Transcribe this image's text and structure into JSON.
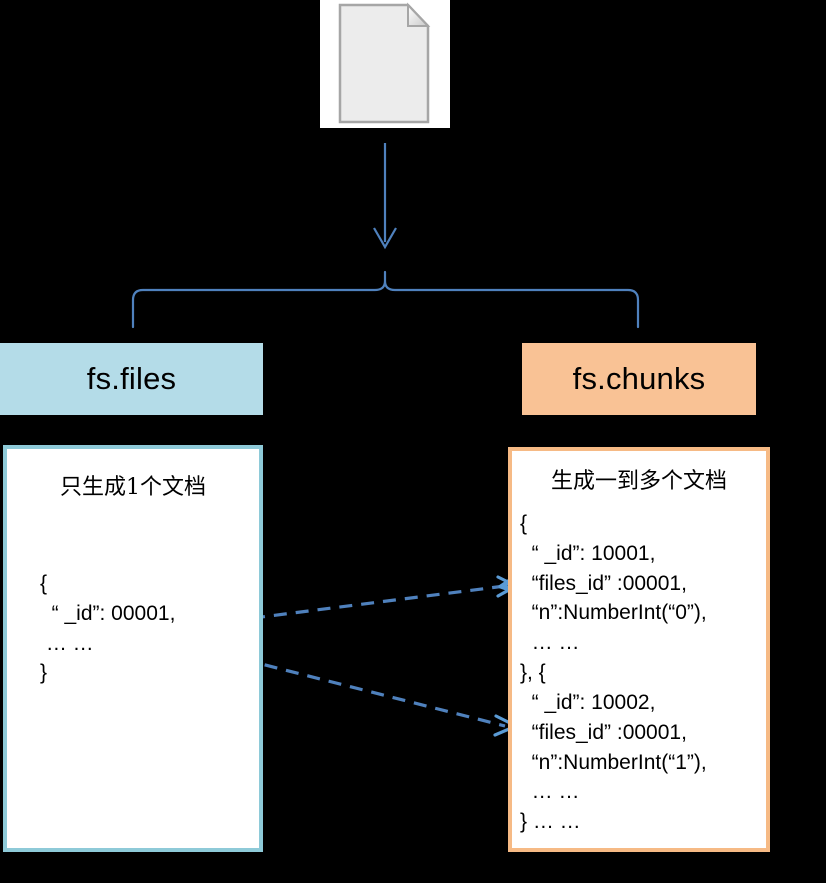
{
  "diagram": {
    "title_semantics": "GridFS file split into fs.files and fs.chunks",
    "colors": {
      "background": "#000000",
      "files_header_fill": "#B4DCE8",
      "files_border": "#8ECAD8",
      "chunks_header_fill": "#F9C295",
      "chunks_border": "#F6BA85",
      "connector_blue": "#4F81BD",
      "arrow_blue": "#5B9BD5",
      "document_fill": "#ECECEC",
      "document_stroke": "#A6A6A6"
    },
    "source": {
      "icon": "document-icon",
      "label": ""
    },
    "branches": {
      "files": {
        "header": "fs.files",
        "body_title": "只生成1个文档",
        "code_lines": [
          "{",
          "  “ _id”: 00001,",
          " … …",
          "}"
        ]
      },
      "chunks": {
        "header": "fs.chunks",
        "body_title": "生成一到多个文档",
        "code_lines": [
          "{",
          "  “ _id”: 10001,",
          "  “files_id” :00001,",
          "  “n”:NumberInt(“0”),",
          "  … …",
          "}, {",
          "  “ _id”: 10002,",
          "  “files_id” :00001,",
          "  “n”:NumberInt(“1”),",
          "  … …",
          "} … …"
        ]
      }
    },
    "connectors": {
      "down_arrow": "vertical-arrow-down",
      "split_brace": "curly-brace-split",
      "link_top": "dashed-bidirectional-arrow",
      "link_bottom": "dashed-bidirectional-arrow"
    }
  }
}
